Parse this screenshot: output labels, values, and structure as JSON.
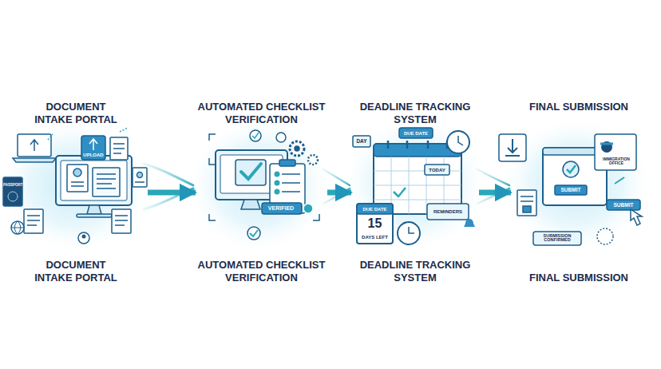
{
  "diagram": {
    "nodes": [
      {
        "text": [
          "DOCUMENT INTAKE PORTAL",
          "DOCUMENT INTAKE PORTAL"
        ]
      },
      {
        "text": [
          "AUTOMATED CHECKLIST VERIFICATION",
          "AUTOMATED CHECKLIST VERIFICATION"
        ]
      },
      {
        "text": [
          "DEADLINE TRACKING SYSTEM",
          "DEADLINE TRACKING SYSTEM"
        ]
      },
      {
        "text": [
          "FINAL SUBMISSION",
          "FINAL SUBMISSION"
        ]
      }
    ],
    "edges": [
      {
        "from": 0,
        "to": 1,
        "arrow": "to"
      },
      {
        "from": 1,
        "to": 2,
        "arrow": "to"
      },
      {
        "from": 2,
        "to": 3,
        "arrow": "to"
      }
    ],
    "labels": [
      "UPLOAD",
      "PASSPORT",
      "VERIFIED",
      "DAY",
      "DUE DATE",
      "TODAY",
      "DUE DATE",
      "15",
      "DAYS LEFT",
      "REMINDERS",
      "IMMIGRATION OFFICE",
      "SUBMIT",
      "SUBMIT",
      "SUBMISSION CONFIRMED"
    ]
  }
}
